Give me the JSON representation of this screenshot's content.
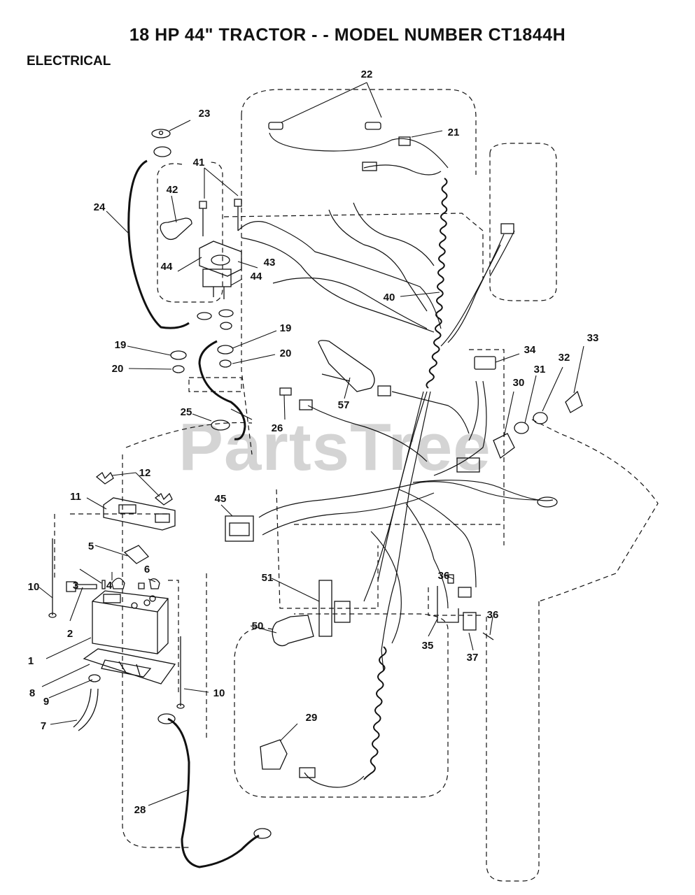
{
  "title": "18 HP 44\" TRACTOR - - MODEL NUMBER CT1844H",
  "section": "ELECTRICAL",
  "watermark": "PartsTree",
  "callouts": [
    "1",
    "2",
    "3",
    "4",
    "5",
    "6",
    "7",
    "8",
    "9",
    "10",
    "10",
    "11",
    "12",
    "19",
    "19",
    "20",
    "20",
    "21",
    "22",
    "23",
    "24",
    "25",
    "26",
    "28",
    "29",
    "30",
    "31",
    "32",
    "33",
    "34",
    "35",
    "36",
    "36",
    "37",
    "40",
    "41",
    "42",
    "43",
    "44",
    "44",
    "45",
    "50",
    "51",
    "57"
  ],
  "colors": {
    "ink": "#111111",
    "watermark": "#d4d4d4",
    "background": "#ffffff"
  }
}
